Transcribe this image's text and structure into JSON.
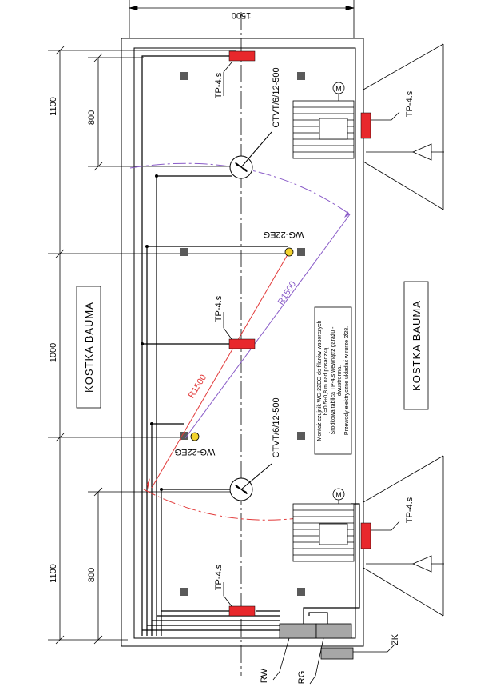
{
  "dimensions": {
    "top_width": "1500",
    "left_upper_outer": "1100",
    "left_upper_inner": "800",
    "left_middle": "1000",
    "left_lower_outer": "1100",
    "left_lower_inner": "800"
  },
  "labels": {
    "tp_top": "TP-4.s",
    "tp_middle": "TP-4.s",
    "tp_bottom": "TP-4.s",
    "tp_ramp_upper": "TP-4.s",
    "tp_ramp_lower": "TP-4.s",
    "fan_upper": "CTVT/6/12-500",
    "fan_lower": "CTVT/6/12-500",
    "sensor_upper": "WG-22EG",
    "sensor_lower": "WG-22EG",
    "radius_red": "R1500",
    "radius_purple": "R1500",
    "motor_symbol": "M",
    "zone_left": "KOSTKA BAUMA",
    "zone_right": "KOSTKA BAUMA",
    "rw": "RW",
    "rg": "RG",
    "zk": "ZK"
  },
  "note": {
    "lines": [
      "Montaż czujnik WG-22EG do filarów wsporczych",
      "h=0,5÷0,8 m nad posadzką.",
      "Środkowa tablica TP-4.s wewnątrz garażu -",
      "dwustronna.",
      "Przewody elektryczne układać w rurze Ø28."
    ]
  },
  "colors": {
    "line": "#000000",
    "grey_box": "#555555",
    "panel_red": "#e8282c",
    "sensor_yellow": "#f2d22e",
    "radius_red": "#e23b3b",
    "radius_purple": "#8a5cc8",
    "centerline": "#000000",
    "cabinet_grey": "#a7a7a7"
  }
}
